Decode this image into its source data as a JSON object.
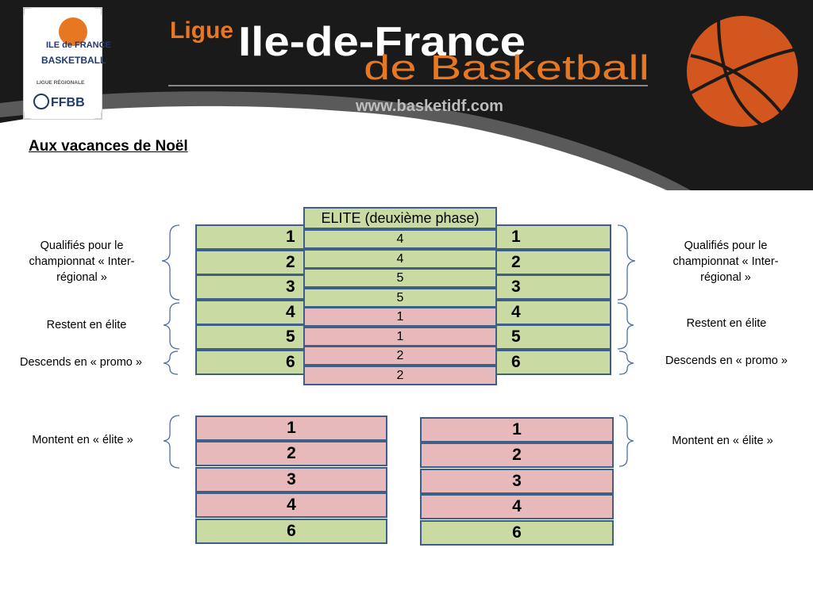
{
  "header": {
    "logo_lines": [
      "ILE de FRANCE",
      "BASKETBALL"
    ],
    "logo_sub": "LIGUE RÉGIONALE",
    "logo_ffbb": "FFBB",
    "ligue": "Ligue",
    "ile": "Ile-de-France",
    "basket": "de Basketball",
    "url": "www.basketidf.com"
  },
  "page_title": "Aux vacances de Noël",
  "elite": {
    "label": "ELITE (deuxième phase)",
    "ranks": [
      "4",
      "4",
      "5",
      "5",
      "1",
      "1",
      "2",
      "2"
    ]
  },
  "top_left_ranks": [
    "1",
    "2",
    "3",
    "4",
    "5",
    "6"
  ],
  "top_right_ranks": [
    "1",
    "2",
    "3",
    "4",
    "5",
    "6"
  ],
  "bottom_left_ranks": [
    "1",
    "2",
    "3",
    "4",
    "6"
  ],
  "bottom_right_ranks": [
    "1",
    "2",
    "3",
    "4",
    "6"
  ],
  "notes": {
    "qualified": "Qualifiés pour le championnat « Inter-régional »",
    "stay": "Restent en élite",
    "down": "Descends en « promo »",
    "up": "Montent en « élite »"
  },
  "colors": {
    "green": "#c9dba2",
    "pink": "#e7b9bb",
    "border": "#3e5f88",
    "orange": "#e87722"
  }
}
